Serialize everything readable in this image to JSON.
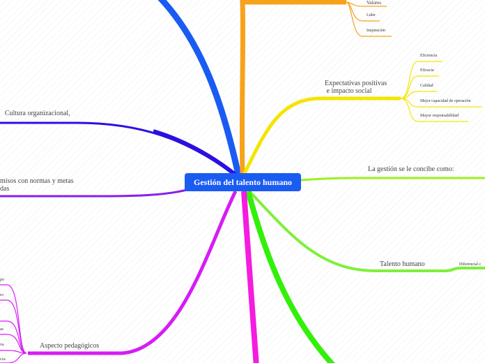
{
  "center": {
    "label": "Gestión del talento humano",
    "color": "#1a5cf2"
  },
  "branches": {
    "orange": {
      "color": "#f7a21b",
      "children": [
        "Valores",
        "Lider",
        "Inspiración"
      ]
    },
    "yellow": {
      "label_line1": "Expectativas positivas",
      "label_line2": " e impacto social",
      "color": "#f5e400",
      "children": [
        "Eficiencia",
        "Eficacia",
        "Calidad",
        "Mejor capacidad de operación",
        "Mayor responsabilidad"
      ]
    },
    "culture": {
      "label": "Cultura organizacional,",
      "color": "#2b10e0"
    },
    "commitments": {
      "label_line1": "misos con normas y metas",
      "label_line2": "das",
      "color": "#8a1cf0"
    },
    "concept": {
      "label": "La gestión se le concibe como:",
      "color": "#9af020"
    },
    "talent": {
      "label": "Talento humano",
      "color": "#7ef03a",
      "children": [
        "Diferencial c"
      ]
    },
    "pedagogic": {
      "label": "Aspecto pedagógicos",
      "color": "#d61cf5",
      "children": [
        "po",
        "ro",
        "",
        "as",
        "va",
        "cos"
      ]
    },
    "top_blue": {
      "color": "#1a5cf2"
    },
    "green": {
      "color": "#33f00a"
    },
    "magenta": {
      "color": "#f51ce0"
    }
  }
}
